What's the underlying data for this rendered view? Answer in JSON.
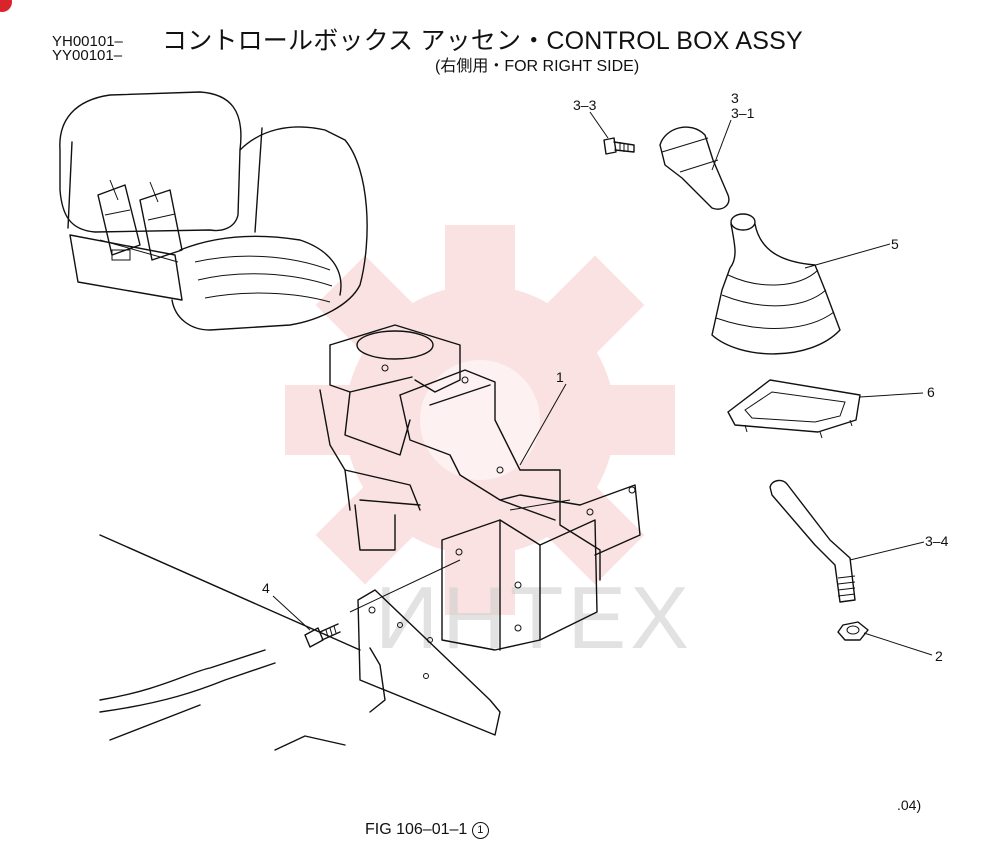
{
  "header": {
    "serial_1": "YH00101–",
    "serial_2": "YY00101–",
    "title": "コントロールボックス アッセン・CONTROL BOX ASSY",
    "subtitle": "(右側用・FOR RIGHT SIDE)"
  },
  "callouts": {
    "part_1": "1",
    "part_2": "2",
    "part_3": "3",
    "part_3_1": "3–1",
    "part_3_3": "3–3",
    "part_3_4": "3–4",
    "part_4": "4",
    "part_5": "5",
    "part_6": "6"
  },
  "footer": {
    "figure": "FIG 106–01–1",
    "figure_sheet": "1",
    "date_fragment": ".04)"
  },
  "watermark": {
    "text": "ИНТЕХ",
    "color": "#e23b3b"
  }
}
